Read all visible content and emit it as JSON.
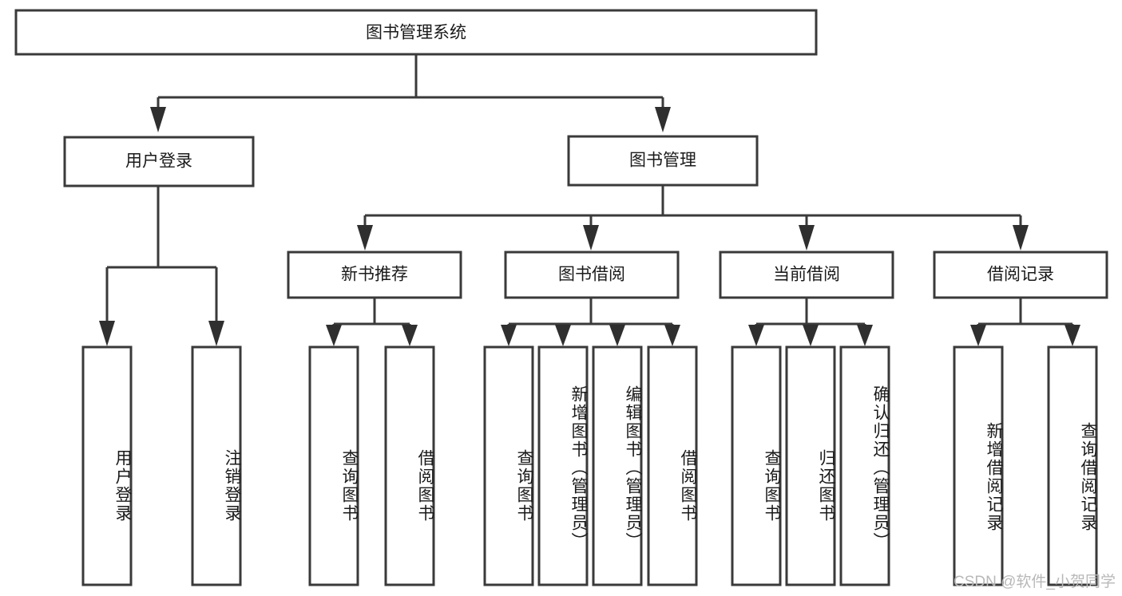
{
  "diagram": {
    "title": "图书管理系统",
    "type": "tree-hierarchy",
    "root": {
      "label": "图书管理系统"
    },
    "level2": [
      {
        "label": "用户登录"
      },
      {
        "label": "图书管理"
      }
    ],
    "level3": [
      {
        "label": "新书推荐"
      },
      {
        "label": "图书借阅"
      },
      {
        "label": "当前借阅"
      },
      {
        "label": "借阅记录"
      }
    ],
    "leaves": {
      "user_login": [
        {
          "label": "用户登录"
        },
        {
          "label": "注销登录"
        }
      ],
      "new_book_recommend": [
        {
          "label": "查询图书"
        },
        {
          "label": "借阅图书"
        }
      ],
      "book_borrow": [
        {
          "label": "查询图书"
        },
        {
          "label": "新增图书（管理员）"
        },
        {
          "label": "编辑图书（管理员）"
        },
        {
          "label": "借阅图书"
        }
      ],
      "current_borrow": [
        {
          "label": "查询图书"
        },
        {
          "label": "归还图书"
        },
        {
          "label": "确认归还（管理员）"
        }
      ],
      "borrow_record": [
        {
          "label": "新增借阅记录"
        },
        {
          "label": "查询借阅记录"
        }
      ]
    }
  },
  "watermark": {
    "text": "CSDN @软件_小贺同学"
  },
  "colors": {
    "background": "#ffffff",
    "box_fill": "#ffffff",
    "box_stroke": "#3a3a3a",
    "connector": "#3a3a3a",
    "text": "#1a1a1a",
    "watermark": "#b8b8b8"
  }
}
